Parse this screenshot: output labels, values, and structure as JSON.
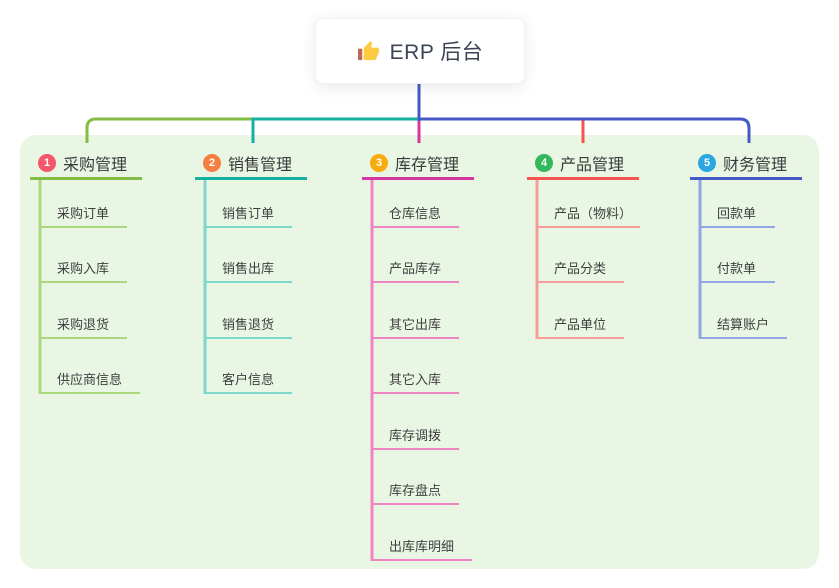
{
  "root": {
    "label": "ERP 后台",
    "icon": "thumbs-up",
    "icon_colors": {
      "hand": "#fdcb3f",
      "cuff": "#bf6952"
    }
  },
  "panel": {
    "background": "#e9f6e4"
  },
  "branches": [
    {
      "badge": "1",
      "label": "采购管理",
      "badge_color": "#f4566a",
      "line_color": "#84bd44",
      "child_line_color": "#abd77f",
      "children": [
        "采购订单",
        "采购入库",
        "采购退货",
        "供应商信息"
      ]
    },
    {
      "badge": "2",
      "label": "销售管理",
      "badge_color": "#f57f41",
      "line_color": "#14b2a2",
      "child_line_color": "#7fd6cb",
      "children": [
        "销售订单",
        "销售出库",
        "销售退货",
        "客户信息"
      ]
    },
    {
      "badge": "3",
      "label": "库存管理",
      "badge_color": "#f8ab0c",
      "line_color": "#d4379e",
      "child_line_color": "#ef86c2",
      "children": [
        "仓库信息",
        "产品库存",
        "其它出库",
        "其它入库",
        "库存调拨",
        "库存盘点",
        "出库库明细"
      ]
    },
    {
      "badge": "4",
      "label": "产品管理",
      "badge_color": "#33b85c",
      "line_color": "#f4544e",
      "child_line_color": "#f59d96",
      "children": [
        "产品（物料）",
        "产品分类",
        "产品单位"
      ]
    },
    {
      "badge": "5",
      "label": "财务管理",
      "badge_color": "#2aa7e0",
      "line_color": "#4459c5",
      "child_line_color": "#90a7e2",
      "children": [
        "回款单",
        "付款单",
        "结算账户"
      ]
    }
  ]
}
